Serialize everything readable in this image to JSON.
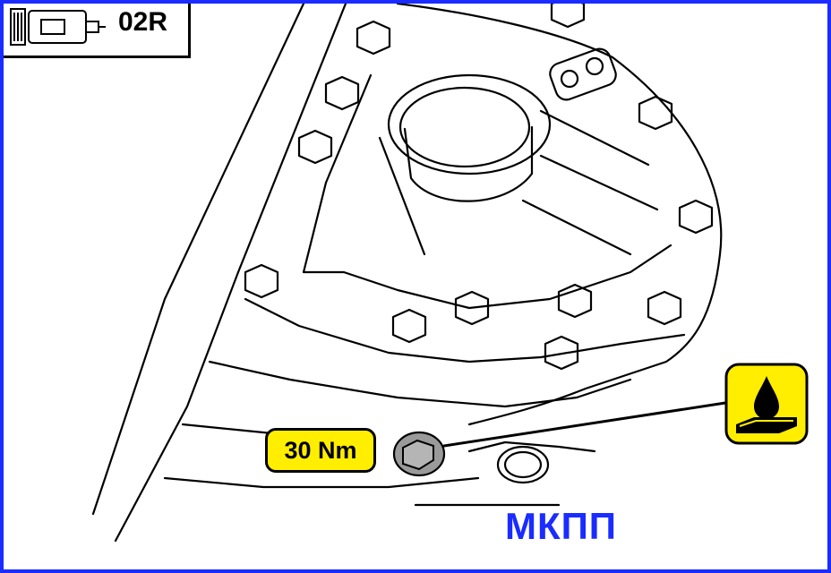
{
  "header": {
    "code": "02R"
  },
  "torque": {
    "label": "30 Nm"
  },
  "caption": {
    "text": "МКПП"
  },
  "colors": {
    "frame": "#1a2cff",
    "badge_fill": "#ffee00",
    "caption": "#1a2cff",
    "oil_drop": "#000000"
  },
  "icons": {
    "component_icon": "gearbox-icon",
    "oil_icon": "oil-drop-icon"
  }
}
